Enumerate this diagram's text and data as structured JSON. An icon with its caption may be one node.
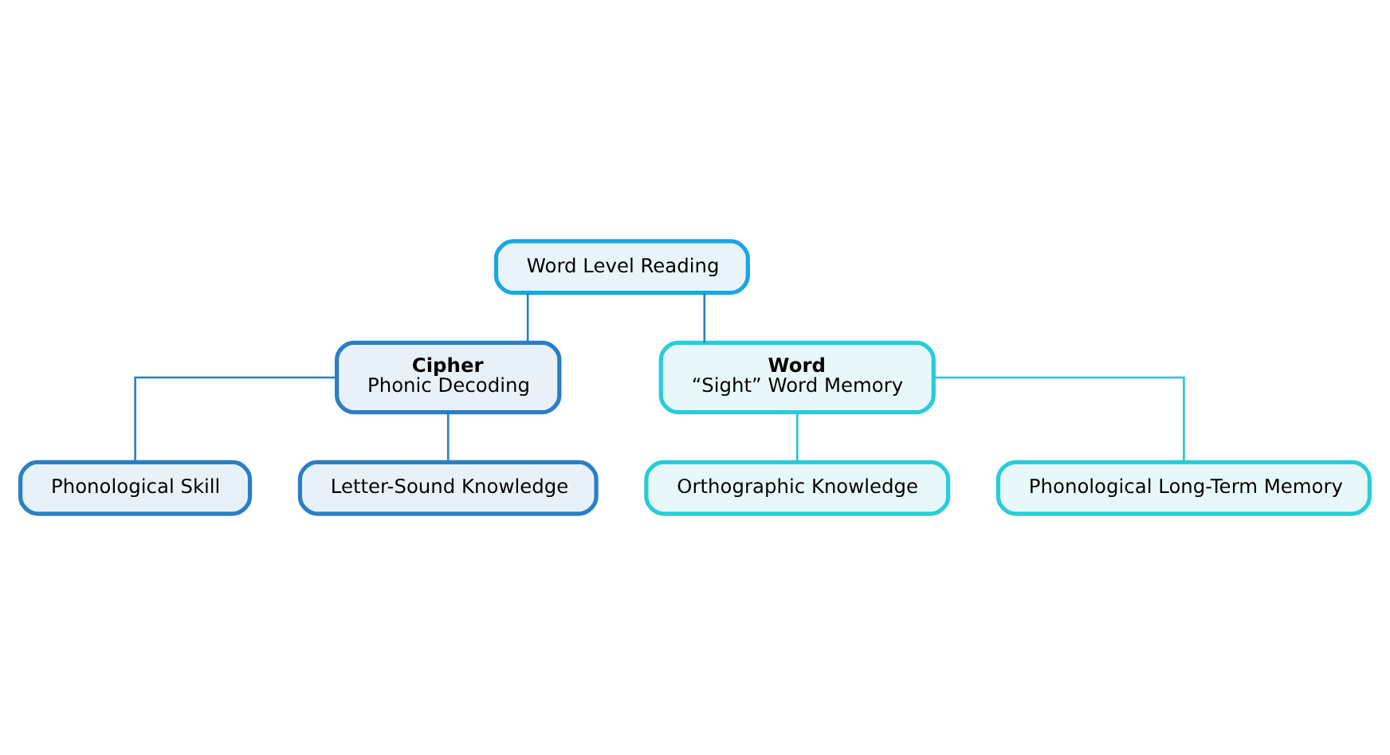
{
  "diagram": {
    "nodes": [
      {
        "text": [
          "Word Level Reading"
        ]
      },
      {
        "text": [
          "Cipher",
          "Phonic Decoding"
        ]
      },
      {
        "text": [
          "Word",
          "“Sight” Word Memory"
        ]
      },
      {
        "text": [
          "Phonological Skill"
        ]
      },
      {
        "text": [
          "Letter-Sound Knowledge"
        ]
      },
      {
        "text": [
          "Orthographic Knowledge"
        ]
      },
      {
        "text": [
          "Phonological Long-Term Memory"
        ]
      }
    ],
    "edges": [
      {
        "from": 0,
        "to": 1,
        "arrow": "none"
      },
      {
        "from": 0,
        "to": 2,
        "arrow": "none"
      },
      {
        "from": 1,
        "to": 3,
        "arrow": "none"
      },
      {
        "from": 1,
        "to": 4,
        "arrow": "none"
      },
      {
        "from": 2,
        "to": 5,
        "arrow": "none",
        "color": "#29c4d4"
      },
      {
        "from": 2,
        "to": 6,
        "arrow": "none",
        "color": "#29c4d4"
      }
    ]
  }
}
